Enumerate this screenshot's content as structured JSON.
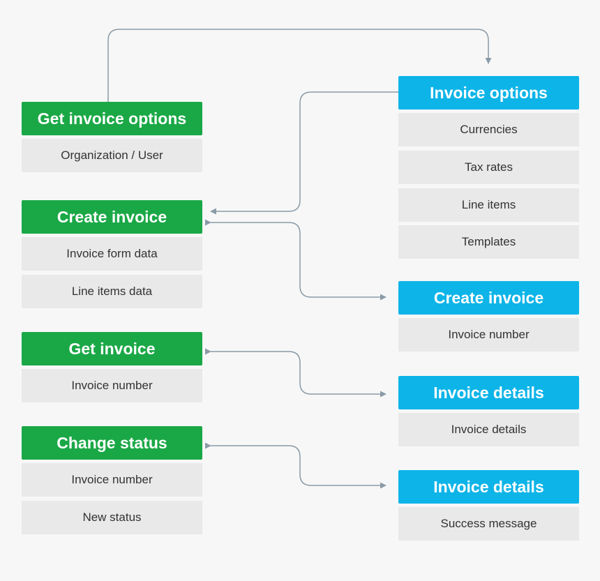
{
  "colors": {
    "client_header": "#1aa846",
    "server_header": "#0db4e8",
    "item_background": "#e9e9e9",
    "connector": "#8a9aa6"
  },
  "client": {
    "get_options": {
      "title": "Get invoice options",
      "items": [
        "Organization / User"
      ]
    },
    "create_invoice": {
      "title": "Create invoice",
      "items": [
        "Invoice form data",
        "Line items data"
      ]
    },
    "get_invoice": {
      "title": "Get invoice",
      "items": [
        "Invoice number"
      ]
    },
    "change_status": {
      "title": "Change status",
      "items": [
        "Invoice number",
        "New status"
      ]
    }
  },
  "server": {
    "invoice_options": {
      "title": "Invoice options",
      "items": [
        "Currencies",
        "Tax rates",
        "Line items",
        "Templates"
      ]
    },
    "create_invoice": {
      "title": "Create invoice",
      "items": [
        "Invoice number"
      ]
    },
    "invoice_details": {
      "title": "Invoice details",
      "items": [
        "Invoice details"
      ]
    },
    "status_result": {
      "title": "Invoice details",
      "items": [
        "Success message"
      ]
    }
  }
}
